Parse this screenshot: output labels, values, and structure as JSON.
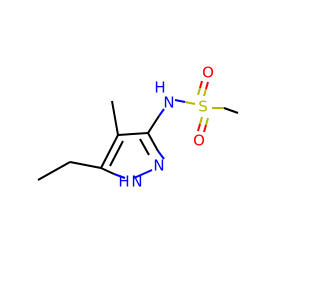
{
  "atoms": {
    "n_amide": "N",
    "n_amide_h": "H",
    "sulfur": "S",
    "oxygen_top": "O",
    "oxygen_bottom": "O",
    "n_ring": "N",
    "n_ring_h": "N",
    "n_ring_h_h": "H"
  },
  "colors": {
    "carbon": "#000000",
    "nitrogen": "#0000ff",
    "sulfur": "#b8b800",
    "oxygen": "#ff0000"
  }
}
